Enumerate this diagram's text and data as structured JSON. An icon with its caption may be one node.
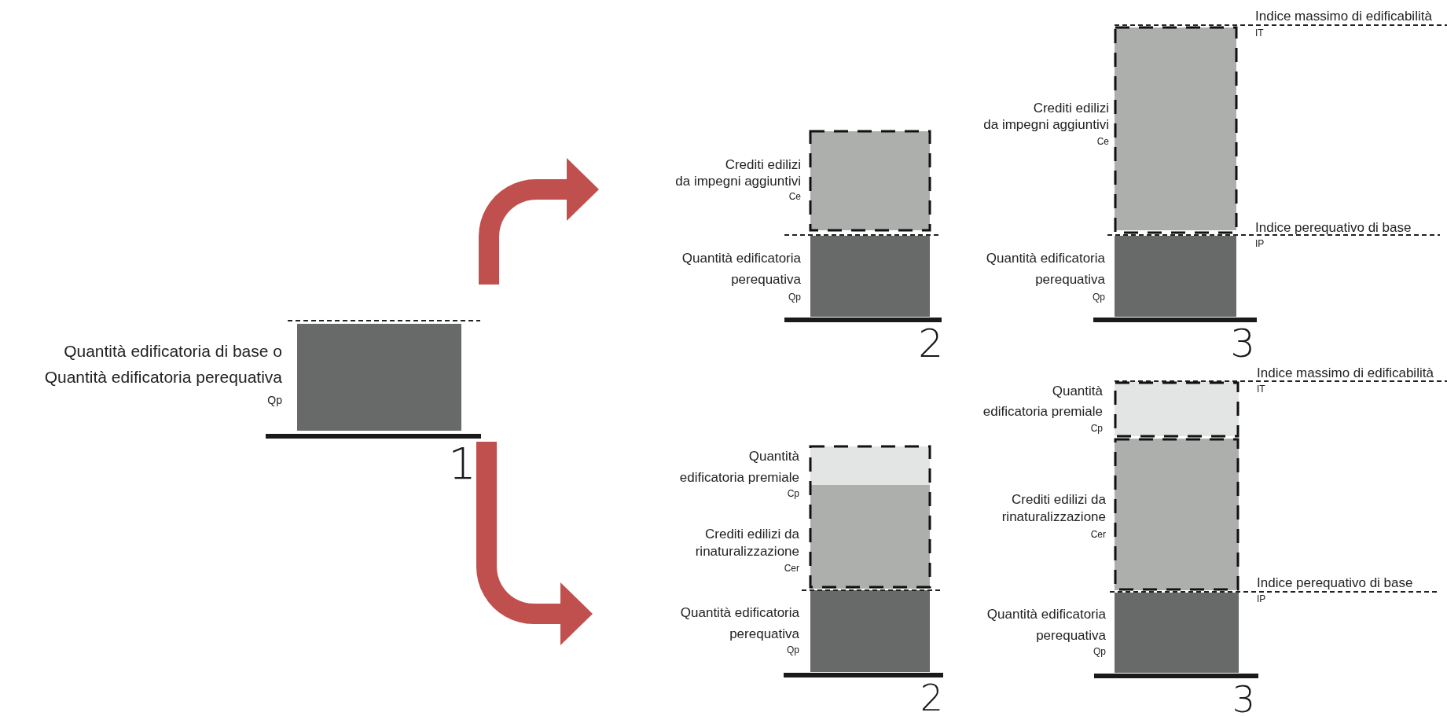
{
  "diagram": {
    "nodes": [
      {
        "text": [
          "Quantità edificatoria di base o Quantità edificatoria perequativa",
          "Qp"
        ]
      },
      {
        "text": [
          "Crediti edilizi da impegni aggiuntivi",
          "Ce"
        ]
      },
      {
        "text": [
          "Quantità edificatoria perequativa",
          "Qp"
        ]
      },
      {
        "text": [
          "Crediti edilizi da impegni aggiuntivi",
          "Ce"
        ]
      },
      {
        "text": [
          "Quantità edificatoria perequativa",
          "Qp"
        ]
      },
      {
        "text": [
          "Quantità edificatoria premiale",
          "Cp"
        ]
      },
      {
        "text": [
          "Crediti edilizi da rinaturalizzazione",
          "Cer"
        ]
      },
      {
        "text": [
          "Quantità edificatoria perequativa",
          "Qp"
        ]
      },
      {
        "text": [
          "Quantità edificatoria premiale",
          "Cp"
        ]
      },
      {
        "text": [
          "Crediti edilizi da rinaturalizzazione",
          "Cer"
        ]
      },
      {
        "text": [
          "Quantità edificatoria perequativa",
          "Qp"
        ]
      }
    ],
    "edges": [
      {
        "from": 0,
        "to": 1,
        "arrow": "to"
      },
      {
        "from": 0,
        "to": 7,
        "arrow": "to"
      }
    ],
    "labels": [
      "Indice massimo di edificabilità",
      "IT",
      "Indice perequativo di base",
      "IP",
      "2",
      "3",
      "1",
      "Indice massimo di edificabilità",
      "IT",
      "Indice perequativo di base",
      "IP",
      "2",
      "3"
    ]
  }
}
